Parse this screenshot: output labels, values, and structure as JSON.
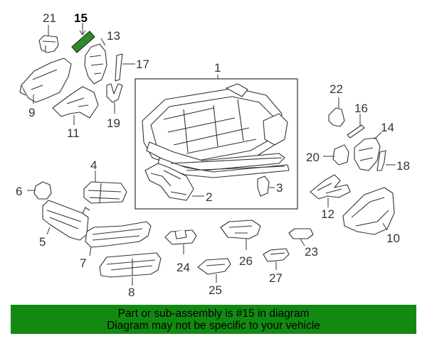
{
  "diagram": {
    "highlighted_part": "15",
    "callouts": {
      "c1": "1",
      "c2": "2",
      "c3": "3",
      "c4": "4",
      "c5": "5",
      "c6": "6",
      "c7": "7",
      "c8": "8",
      "c9": "9",
      "c10": "10",
      "c11": "11",
      "c12": "12",
      "c13": "13",
      "c14": "14",
      "c15": "15",
      "c16": "16",
      "c17": "17",
      "c18": "18",
      "c19": "19",
      "c20": "20",
      "c21": "21",
      "c22": "22",
      "c23": "23",
      "c24": "24",
      "c25": "25",
      "c26": "26",
      "c27": "27"
    }
  },
  "banner": {
    "line1": "Part or sub-assembly is #15 in diagram",
    "line2": "Diagram may not be specific to your vehicle"
  },
  "colors": {
    "banner_bg": "#128a12",
    "highlight_part": "#2f8a2f",
    "line_art": "#333333"
  }
}
